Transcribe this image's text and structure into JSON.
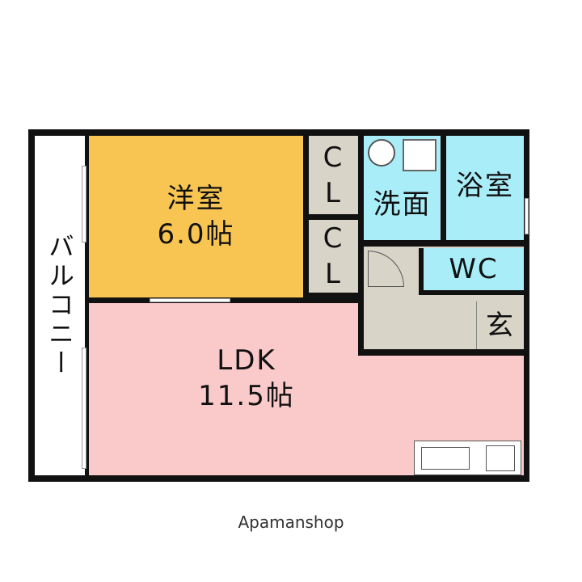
{
  "rooms": {
    "balcony": "バルコニー",
    "western": {
      "name": "洋室",
      "size": "6.0帖"
    },
    "closet_top": {
      "c": "C",
      "l": "L"
    },
    "closet_bottom": {
      "c": "C",
      "l": "L"
    },
    "washroom": "洗面",
    "bath": "浴室",
    "wc": "WC",
    "entrance": "玄",
    "ldk": {
      "name": "LDK",
      "size": "11.5帖"
    }
  },
  "footer": {
    "brand": "Apamanshop"
  },
  "colors": {
    "western": "#F8C552",
    "ldk": "#FAC9C9",
    "wet": "#A8EDF8",
    "hall": "#D8D4C8",
    "wall": "#111111"
  }
}
